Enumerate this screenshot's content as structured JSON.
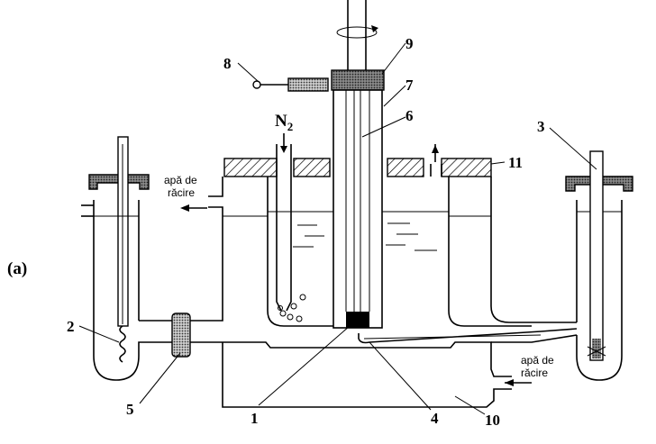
{
  "panel_label": "(a)",
  "gas": {
    "base": "N",
    "sub": "2"
  },
  "cooling_in": {
    "line1": "apă de",
    "line2": "răcire"
  },
  "cooling_out": {
    "line1": "apă de",
    "line2": "răcire"
  },
  "labels": {
    "l1": "1",
    "l2": "2",
    "l3": "3",
    "l4": "4",
    "l5": "5",
    "l6": "6",
    "l7": "7",
    "l8": "8",
    "l9": "9",
    "l10": "10",
    "l11": "11"
  }
}
